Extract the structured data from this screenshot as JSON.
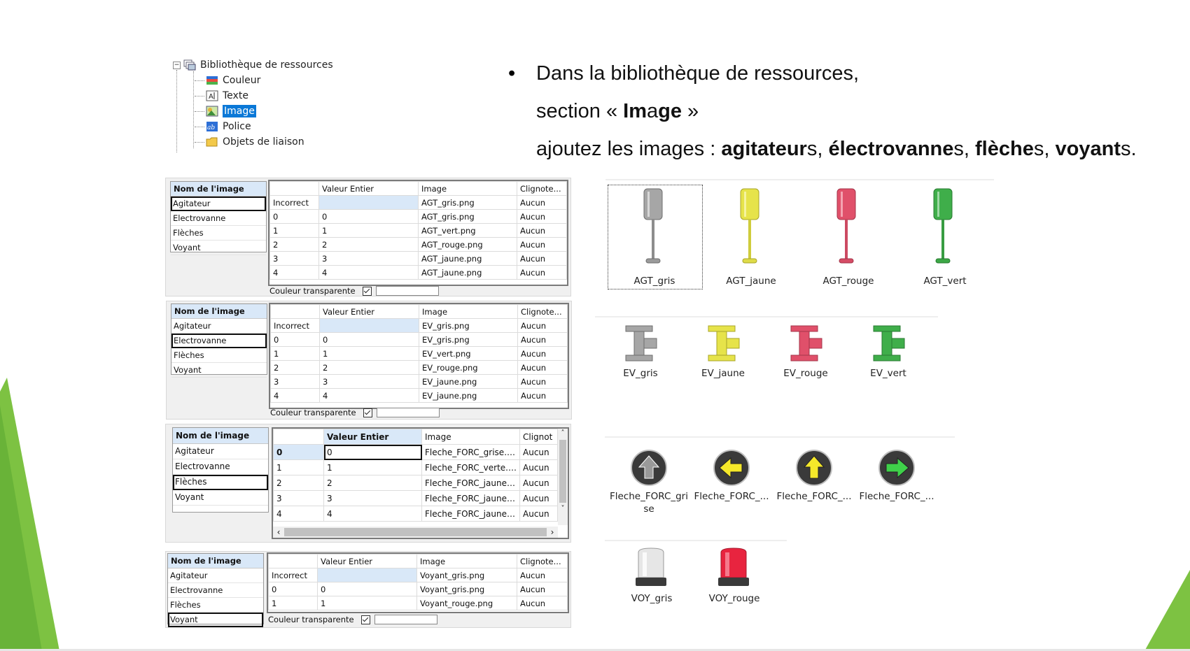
{
  "tree": {
    "root": "Bibliothèque de ressources",
    "items": [
      "Couleur",
      "Texte",
      "Image",
      "Police",
      "Objets de liaison"
    ],
    "selected": "Image"
  },
  "bullet": {
    "line1": "Dans la bibliothèque de ressources,",
    "line2_prefix": "section « ",
    "line2_bold1": "Im",
    "line2_mid": "a",
    "line2_bold2": "ge",
    "line2_suffix": " »",
    "line3_prefix": "ajoutez les images : ",
    "w1b": "agitateur",
    "w1s": "s, ",
    "w2b": "électrovanne",
    "w2s": "s, ",
    "w3b": "flèche",
    "w3s": "s, ",
    "w4b": "voyant",
    "w4s": "s."
  },
  "name_header": "Nom de l'image",
  "names": [
    "Agitateur",
    "Electrovanne",
    "Flèches",
    "Voyant"
  ],
  "columns": {
    "valeur": "Valeur Entier",
    "image": "Image",
    "clign": "Clignote...",
    "clign_short": "Clignot"
  },
  "transparent_label": "Couleur transparente",
  "panel_agt": {
    "rows": [
      [
        "Incorrect",
        "",
        "AGT_gris.png",
        "Aucun"
      ],
      [
        "0",
        "0",
        "AGT_gris.png",
        "Aucun"
      ],
      [
        "1",
        "1",
        "AGT_vert.png",
        "Aucun"
      ],
      [
        "2",
        "2",
        "AGT_rouge.png",
        "Aucun"
      ],
      [
        "3",
        "3",
        "AGT_jaune.png",
        "Aucun"
      ],
      [
        "4",
        "4",
        "AGT_jaune.png",
        "Aucun"
      ]
    ]
  },
  "panel_ev": {
    "rows": [
      [
        "Incorrect",
        "",
        "EV_gris.png",
        "Aucun"
      ],
      [
        "0",
        "0",
        "EV_gris.png",
        "Aucun"
      ],
      [
        "1",
        "1",
        "EV_vert.png",
        "Aucun"
      ],
      [
        "2",
        "2",
        "EV_rouge.png",
        "Aucun"
      ],
      [
        "3",
        "3",
        "EV_jaune.png",
        "Aucun"
      ],
      [
        "4",
        "4",
        "EV_jaune.png",
        "Aucun"
      ]
    ]
  },
  "panel_fl": {
    "rows": [
      [
        "0",
        "0",
        "Fleche_FORC_grise.png",
        "Aucun"
      ],
      [
        "1",
        "1",
        "Fleche_FORC_verte.png",
        "Aucun"
      ],
      [
        "2",
        "2",
        "Fleche_FORC_jaune_UP.p...",
        "Aucun"
      ],
      [
        "3",
        "3",
        "Fleche_FORC_jaune_UP.p...",
        "Aucun"
      ],
      [
        "4",
        "4",
        "Fleche_FORC_jaune_L.png",
        "Aucun"
      ]
    ]
  },
  "panel_voy": {
    "rows": [
      [
        "Incorrect",
        "",
        "Voyant_gris.png",
        "Aucun"
      ],
      [
        "0",
        "0",
        "Voyant_gris.png",
        "Aucun"
      ],
      [
        "1",
        "1",
        "Voyant_rouge.png",
        "Aucun"
      ]
    ]
  },
  "gallery": {
    "agt": [
      "AGT_gris",
      "AGT_jaune",
      "AGT_rouge",
      "AGT_vert"
    ],
    "ev": [
      "EV_gris",
      "EV_jaune",
      "EV_rouge",
      "EV_vert"
    ],
    "fl": [
      "Fleche_FORC_gri",
      "se",
      "Fleche_FORC_...",
      "Fleche_FORC_...",
      "Fleche_FORC_..."
    ],
    "voy": [
      "VOY_gris",
      "VOY_rouge"
    ]
  },
  "colors": {
    "gris": "#a6a6a6",
    "jaune": "#e6e34a",
    "rouge": "#e0506a",
    "vert": "#3fae4a",
    "accent_green": "#7dc242",
    "selection": "#0a78d7"
  }
}
